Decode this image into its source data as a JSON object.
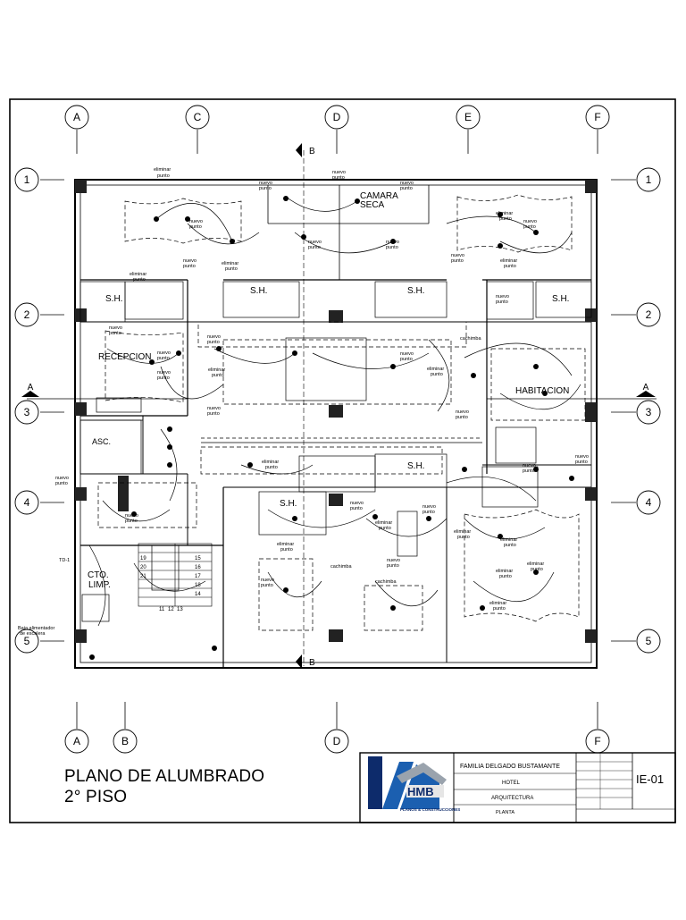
{
  "sheet": {
    "title_line1": "PLANO DE ALUMBRADO",
    "title_line2": "2° PISO"
  },
  "grid": {
    "top_letters": [
      "A",
      "C",
      "D",
      "E",
      "F"
    ],
    "bottom_letters": [
      "A",
      "B",
      "D",
      "F"
    ],
    "left_numbers": [
      "1",
      "2",
      "3",
      "4",
      "5"
    ],
    "right_numbers": [
      "1",
      "2",
      "3",
      "4",
      "5"
    ]
  },
  "sections": {
    "cut_a": "A",
    "cut_b": "B"
  },
  "rooms": {
    "camara_seca_1": "CAMARA",
    "camara_seca_2": "SECA",
    "recepcion": "RECEPCION",
    "habitacion": "HABITACION",
    "asc": "ASC.",
    "sh": "S.H.",
    "cto_limp_1": "CTO.",
    "cto_limp_2": "LIMP.",
    "stair_nums": [
      "15",
      "16",
      "17",
      "18",
      "19",
      "20",
      "21",
      "11",
      "12",
      "13",
      "14"
    ]
  },
  "annotations": {
    "eliminar_punto": [
      "eliminar",
      "punto"
    ],
    "nuevo_punto": [
      "nuevo",
      "punto"
    ],
    "cachimba": "cachimba",
    "baja_alimentador": [
      "Baja alimentador",
      "de escalera"
    ],
    "td": "TD-1"
  },
  "title_block": {
    "logo_text": "HMB",
    "logo_sub": "PLANOS & CONSTRUCCIONES",
    "propietario": "FAMILIA DELGADO BUSTAMANTE",
    "proyecto": "HOTEL",
    "especialidad": "ARQUITECTURA",
    "plano": "PLANTA",
    "sheet_code": "IE-01"
  }
}
